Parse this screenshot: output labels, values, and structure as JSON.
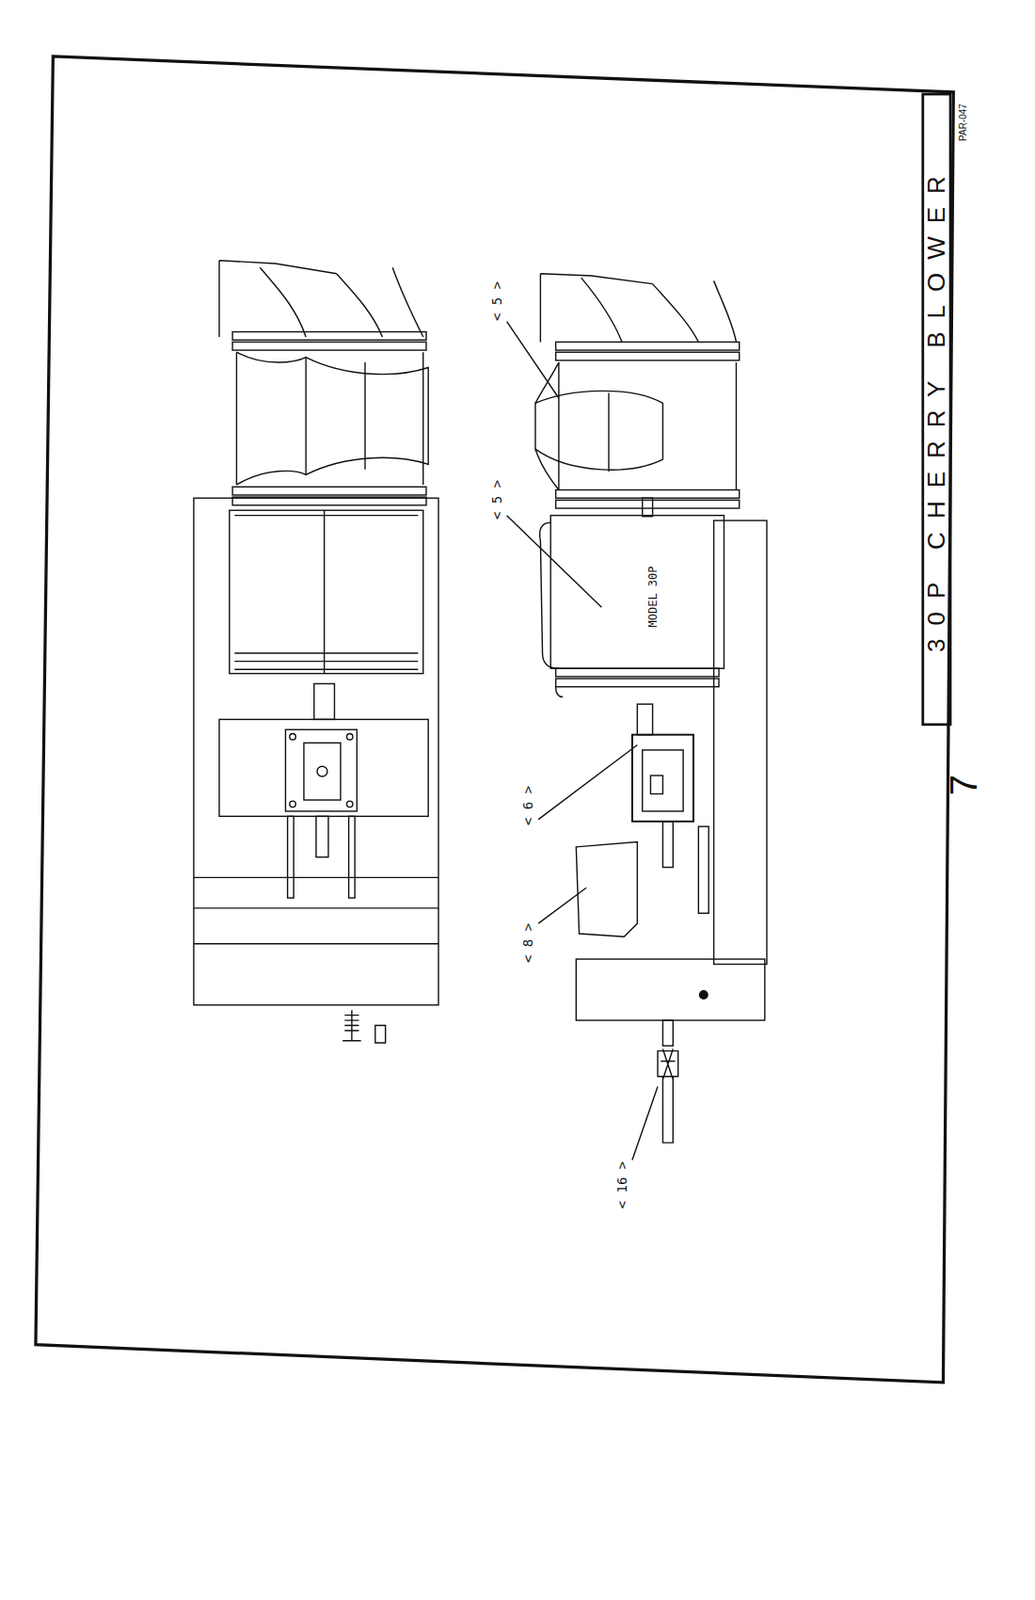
{
  "diagram": {
    "title": "30P CHERRY BLOWER",
    "labels": [
      "PAR-047",
      "7",
      "< 5 >",
      "< 5 >",
      "< 6 >",
      "< 8 >",
      "< 16 >",
      "MODEL 30P"
    ]
  }
}
